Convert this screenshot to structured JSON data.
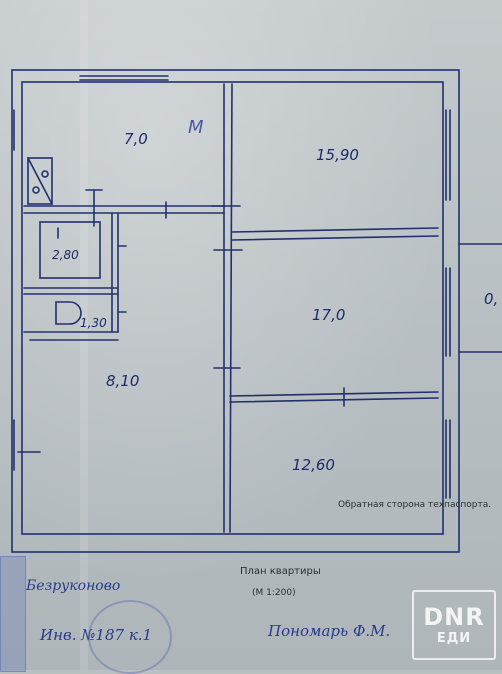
{
  "rooms": {
    "room_top_left": "7,0",
    "room_top_right": "15,90",
    "bath": "2,80",
    "toilet": "1,30",
    "room_middle_right": "17,0",
    "hall": "8,10",
    "room_bottom_right": "12,60"
  },
  "edge_dim": "0,",
  "scribble": "M",
  "printed": {
    "back_side": "Обратная сторона техпаспорта.",
    "plan_title": "План квартиры",
    "scale": "(М 1:200)"
  },
  "handwriting": {
    "signer_place": "Безруконово",
    "inventory": "Инв. №187 к.1",
    "signature": "Пономарь Ф.М."
  },
  "watermark": {
    "line1": "DNR",
    "line2": "ЕДИ"
  },
  "colors": {
    "ink": "#1d2a6b",
    "paper": "#bcc3c5"
  }
}
